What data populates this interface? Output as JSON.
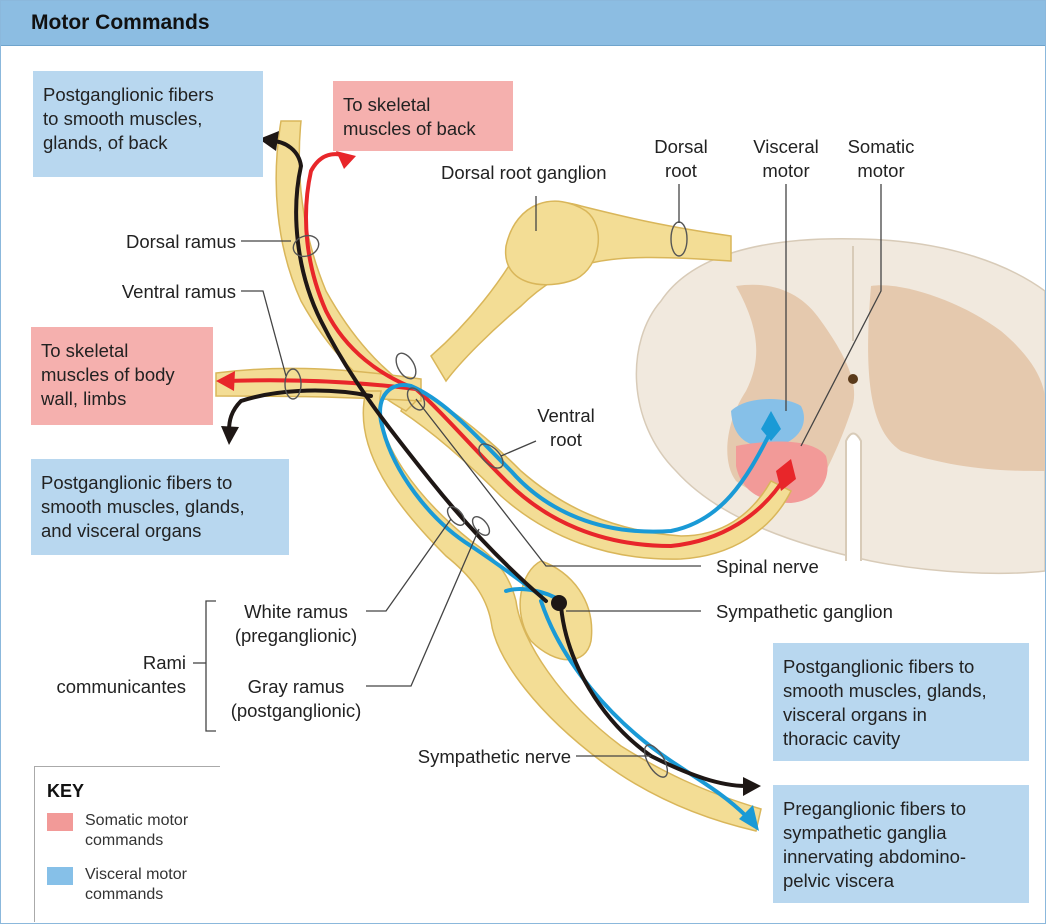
{
  "header": {
    "title": "Motor Commands"
  },
  "boxes": {
    "post_back": "Postganglionic fibers\nto smooth muscles,\nglands, of back",
    "skeletal_back": "To skeletal\nmuscles of back",
    "skeletal_body": "To skeletal\nmuscles of body\nwall, limbs",
    "post_visceral": "Postganglionic fibers to\nsmooth muscles, glands,\nand visceral organs",
    "post_thoracic": "Postganglionic fibers to\nsmooth muscles, glands,\nvisceral organs in\nthoracic cavity",
    "pre_abdominal": "Preganglionic fibers to\nsympathetic ganglia\ninnervating abdomino-\npelvic viscera"
  },
  "labels": {
    "dorsal_root_ganglion": "Dorsal root ganglion",
    "dorsal_root": "Dorsal\nroot",
    "visceral_motor": "Visceral\nmotor",
    "somatic_motor": "Somatic\nmotor",
    "dorsal_ramus": "Dorsal ramus",
    "ventral_ramus": "Ventral ramus",
    "ventral_root": "Ventral\nroot",
    "spinal_nerve": "Spinal nerve",
    "sympathetic_ganglion": "Sympathetic ganglion",
    "white_ramus": "White ramus\n(preganglionic)",
    "gray_ramus": "Gray ramus\n(postganglionic)",
    "rami_communicantes": "Rami\ncommunicantes",
    "sympathetic_nerve": "Sympathetic nerve"
  },
  "key": {
    "title": "KEY",
    "somatic": "Somatic motor\ncommands",
    "visceral": "Visceral motor\ncommands",
    "somatic_color": "#f29a98",
    "visceral_color": "#86c0e8"
  },
  "colors": {
    "nerve": "#f3dd95",
    "nerve_edge": "#d9b65a",
    "somatic_fiber": "#e8262a",
    "visceral_fiber": "#1a9ad6",
    "postganglionic_fiber": "#1e1715",
    "cord_white": "#f1e9de",
    "cord_gray": "#e5c9ae"
  }
}
